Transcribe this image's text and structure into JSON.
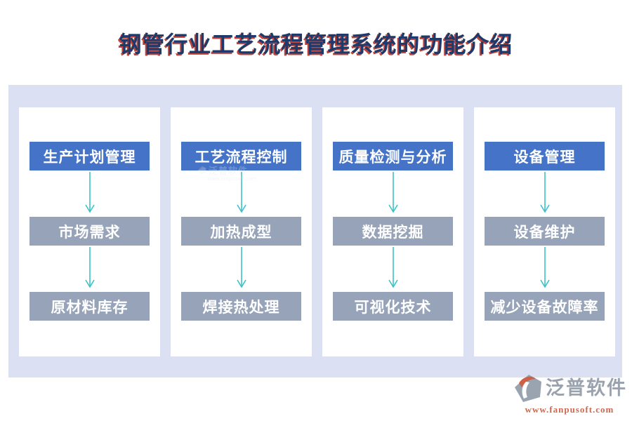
{
  "title": "钢管行业工艺流程管理系统的功能介绍",
  "columns": [
    {
      "header": "生产计划管理",
      "steps": [
        "市场需求",
        "原材料库存"
      ]
    },
    {
      "header": "工艺流程控制",
      "steps": [
        "加热成型",
        "焊接热处理"
      ]
    },
    {
      "header": "质量检测与分析",
      "steps": [
        "数据挖掘",
        "可视化技术"
      ]
    },
    {
      "header": "设备管理",
      "steps": [
        "设备维护",
        "减少设备故障率"
      ]
    }
  ],
  "watermark": {
    "name": "泛普软件",
    "url": "www.fanpusoft.com"
  },
  "brand": {
    "name": "泛普软件",
    "url": "www.fanpusoft.com"
  },
  "colors": {
    "title_text": "#1e3a6b",
    "title_shadow": "#bf453c",
    "board_background": "#dbe1f2",
    "panel_background": "#ffffff",
    "header_box": "#4573c8",
    "step_box": "#96a3b8",
    "arrow": "#3ec1c9",
    "brand_text": "#9aa2ae",
    "brand_url": "#cd6a50"
  }
}
